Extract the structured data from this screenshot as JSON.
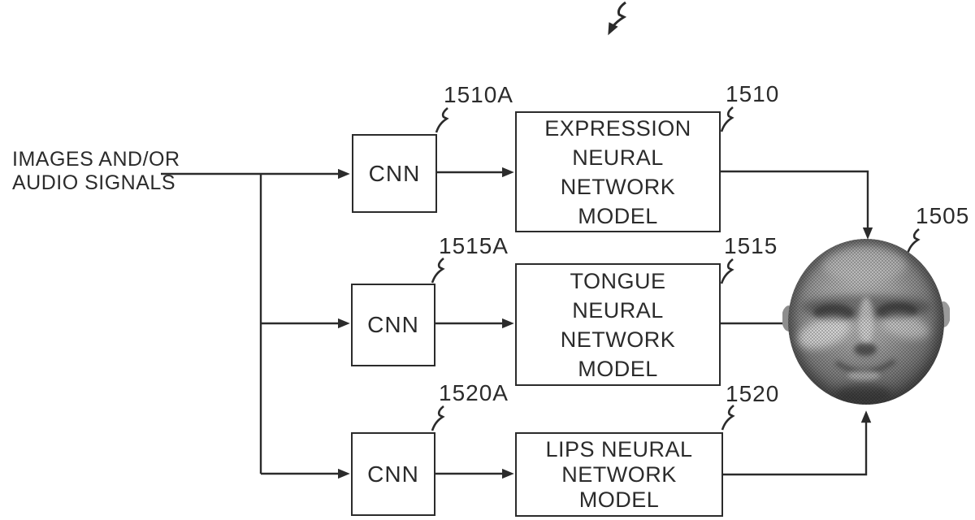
{
  "figure": {
    "input_source": {
      "line1": "IMAGES AND/OR",
      "line2": "AUDIO SIGNALS"
    },
    "cnn_blocks": [
      {
        "label": "CNN",
        "ref": "1510A"
      },
      {
        "label": "CNN",
        "ref": "1515A"
      },
      {
        "label": "CNN",
        "ref": "1520A"
      }
    ],
    "model_blocks": [
      {
        "ref": "1510",
        "lines": [
          "EXPRESSION",
          "NEURAL",
          "NETWORK",
          "MODEL"
        ]
      },
      {
        "ref": "1515",
        "lines": [
          "TONGUE",
          "NEURAL",
          "NETWORK",
          "MODEL"
        ]
      },
      {
        "ref": "1520",
        "lines": [
          "LIPS NEURAL",
          "NETWORK",
          "MODEL"
        ]
      }
    ],
    "face_model": {
      "ref": "1505",
      "icon": "3d-face-render"
    },
    "colors": {
      "ink": "#2b2b2b",
      "background": "#ffffff"
    }
  }
}
